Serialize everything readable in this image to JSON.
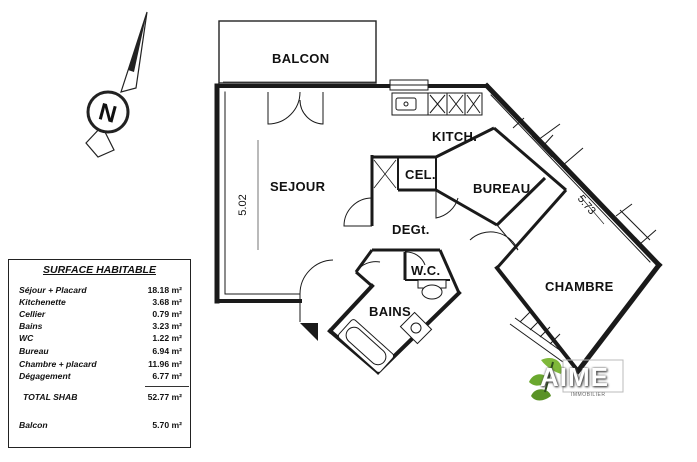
{
  "rooms": {
    "balcon": "BALCON",
    "sejour": "SEJOUR",
    "kitchen": "KITCH.",
    "cellier": "CEL.",
    "bureau": "BUREAU",
    "degagement": "DEGt.",
    "wc": "W.C.",
    "bains": "BAINS",
    "chambre": "CHAMBRE"
  },
  "dimensions": {
    "sejour_length": "5.02",
    "chambre_length": "5.73"
  },
  "compass": {
    "letter": "N"
  },
  "surface_table": {
    "title": "SURFACE HABITABLE",
    "rows": [
      {
        "label": "Séjour + Placard",
        "value": "18.18 m²"
      },
      {
        "label": "Kitchenette",
        "value": "3.68 m²"
      },
      {
        "label": "Cellier",
        "value": "0.79 m²"
      },
      {
        "label": "Bains",
        "value": "3.23 m²"
      },
      {
        "label": "WC",
        "value": "1.22 m²"
      },
      {
        "label": "Bureau",
        "value": "6.94 m²"
      },
      {
        "label": "Chambre + placard",
        "value": "11.96 m²"
      },
      {
        "label": "Dégagement",
        "value": "6.77 m²"
      }
    ],
    "total": {
      "label": "TOTAL SHAB",
      "value": "52.77 m²"
    },
    "balcon": {
      "label": "Balcon",
      "value": "5.70 m²"
    }
  },
  "logo": {
    "text": "AIME",
    "subtitle": "IMMOBILIER"
  },
  "colors": {
    "line": "#1a1a1a",
    "logo_green": "#6aa82e",
    "logo_dark": "#2f4f1e"
  }
}
